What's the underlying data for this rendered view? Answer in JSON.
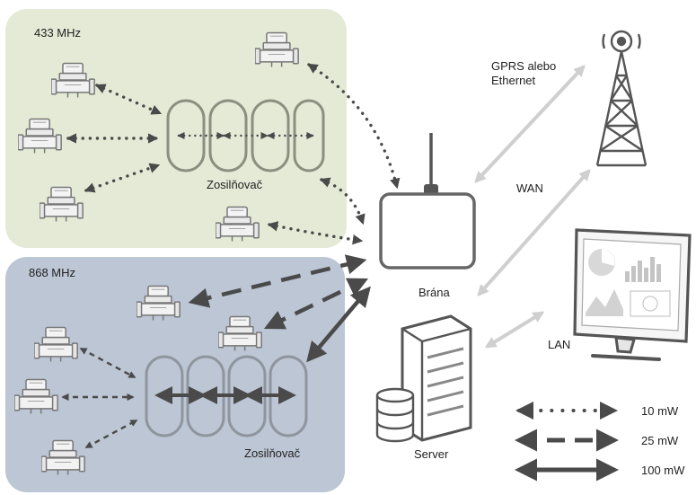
{
  "zones": {
    "band_433": "433 MHz",
    "band_868": "868 MHz"
  },
  "repeaters": {
    "top_label": "Zosilňovač",
    "bottom_label": "Zosilňovač"
  },
  "devices": {
    "gateway": "Brána",
    "server": "Server"
  },
  "links": {
    "gprs_line1": "GPRS alebo",
    "gprs_line2": "Ethernet",
    "wan": "WAN",
    "lan": "LAN"
  },
  "legend": {
    "items": [
      {
        "style": "dotted",
        "label": "10 mW"
      },
      {
        "style": "dashed",
        "label": "25 mW"
      },
      {
        "style": "solid",
        "label": "100 mW"
      }
    ]
  },
  "colors": {
    "zone_433": "#e5ead6",
    "zone_868": "#bcc6d4",
    "arrow_dark": "#4a4a4a",
    "arrow_light": "#cfcfcf",
    "outline": "#6b6b6b"
  },
  "icons": {
    "meter": "water-meter-icon",
    "tower": "cell-tower-icon",
    "monitor": "monitor-icon",
    "server": "server-icon",
    "database": "database-icon",
    "gateway": "gateway-icon"
  }
}
